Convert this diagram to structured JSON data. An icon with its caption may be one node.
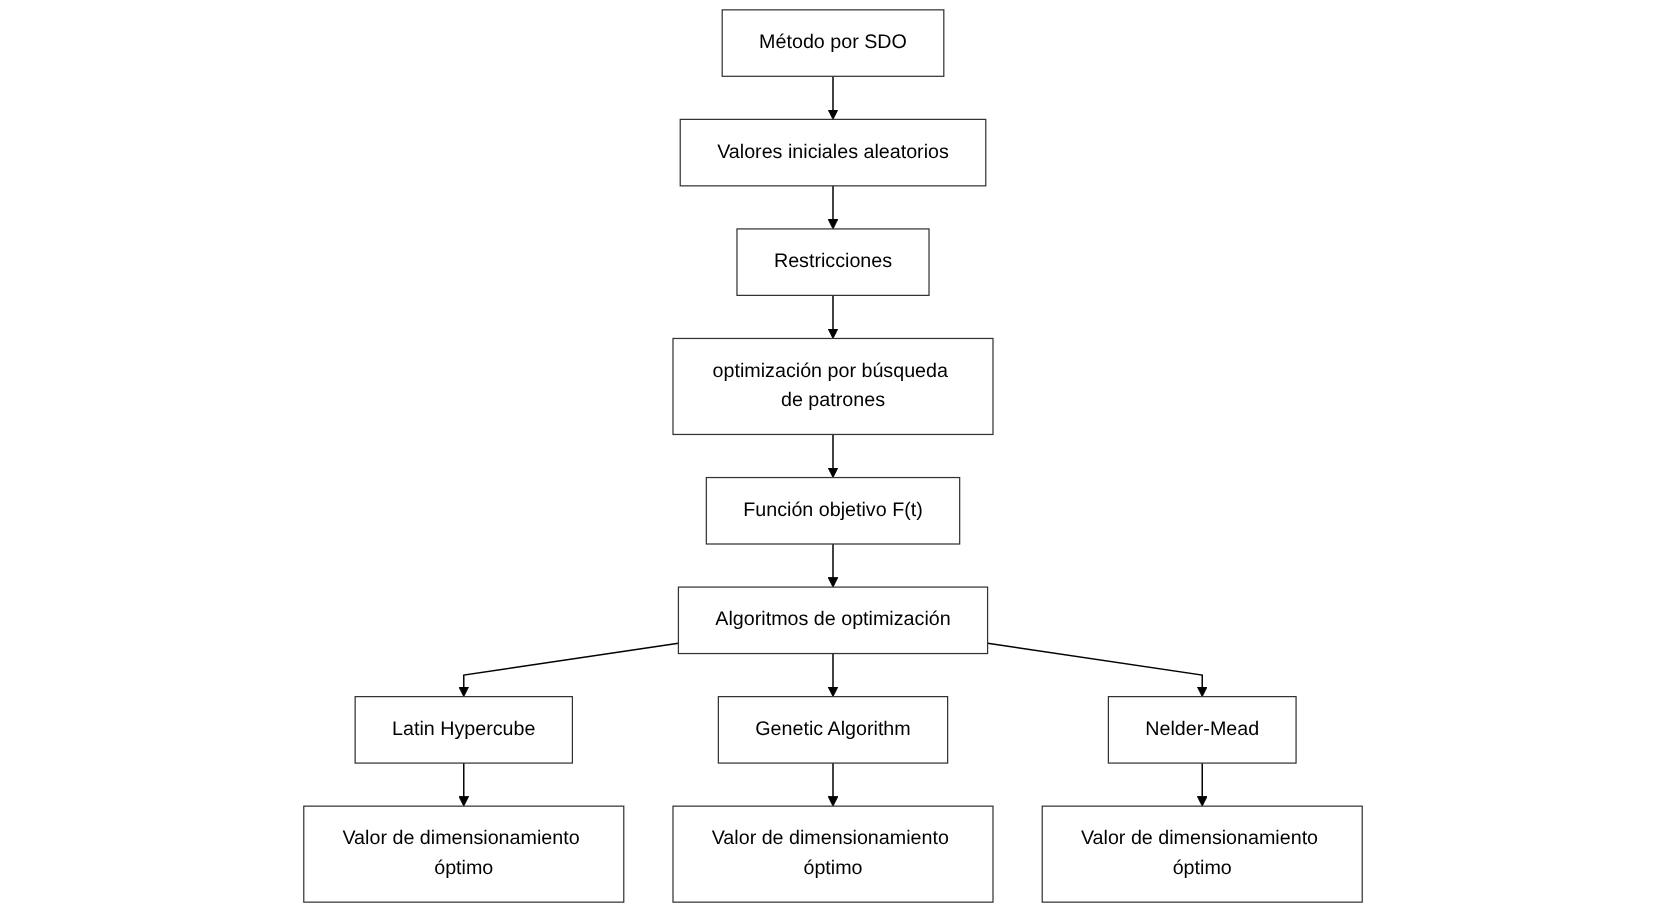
{
  "diagram": {
    "nodes": [
      {
        "text": [
          "Método por SDO"
        ]
      },
      {
        "text": [
          "Valores iniciales aleatorios"
        ]
      },
      {
        "text": [
          "Restricciones"
        ]
      },
      {
        "text": [
          "Función objetivo F(t)"
        ]
      },
      {
        "text": [
          "optimización por búsqueda de patrones"
        ]
      },
      {
        "text": [
          "Algoritmos de optimización"
        ]
      },
      {
        "text": [
          "Latin Hypercube"
        ]
      },
      {
        "text": [
          "Genetic Algorithm"
        ]
      },
      {
        "text": [
          "Nelder-Mead"
        ]
      },
      {
        "text": [
          "Valor de dimensionamiento óptimo"
        ]
      },
      {
        "text": [
          "Valor de dimensionamiento óptimo"
        ]
      },
      {
        "text": [
          "Valor de dimensionamiento óptimo"
        ]
      }
    ],
    "edges": [
      {
        "from": 0,
        "to": 1,
        "arrow": "to"
      },
      {
        "from": 1,
        "to": 2,
        "arrow": "to"
      },
      {
        "from": 2,
        "to": 4,
        "arrow": "to"
      },
      {
        "from": 4,
        "to": 3,
        "arrow": "to"
      },
      {
        "from": 3,
        "to": 5,
        "arrow": "to"
      },
      {
        "from": 5,
        "to": 6,
        "arrow": "to"
      },
      {
        "from": 5,
        "to": 7,
        "arrow": "to"
      },
      {
        "from": 5,
        "to": 8,
        "arrow": "to"
      },
      {
        "from": 6,
        "to": 9,
        "arrow": "to"
      },
      {
        "from": 7,
        "to": 10,
        "arrow": "to"
      },
      {
        "from": 8,
        "to": 11,
        "arrow": "to"
      }
    ]
  }
}
